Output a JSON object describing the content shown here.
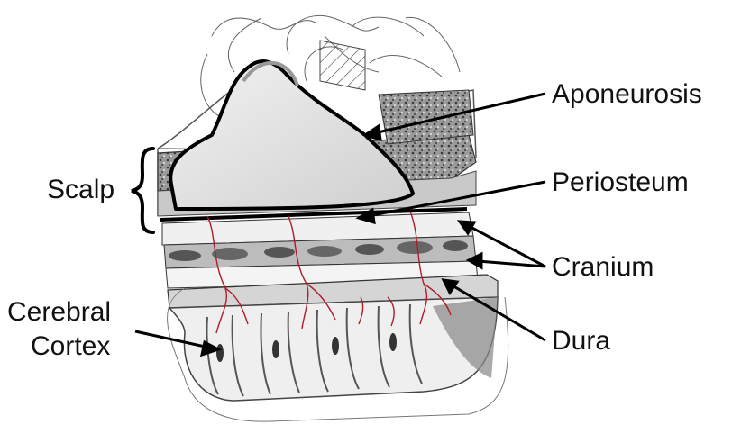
{
  "labels": {
    "aponeurosis": "Aponeurosis",
    "periosteum": "Periosteum",
    "cranium": "Cranium",
    "dura": "Dura",
    "scalp": "Scalp",
    "cerebral": "Cerebral",
    "cortex": "Cortex"
  },
  "colors": {
    "ink": "#111111",
    "vessel": "#b01c2a",
    "bone_dark": "#555555",
    "tissue_light": "#e8e8e8"
  }
}
